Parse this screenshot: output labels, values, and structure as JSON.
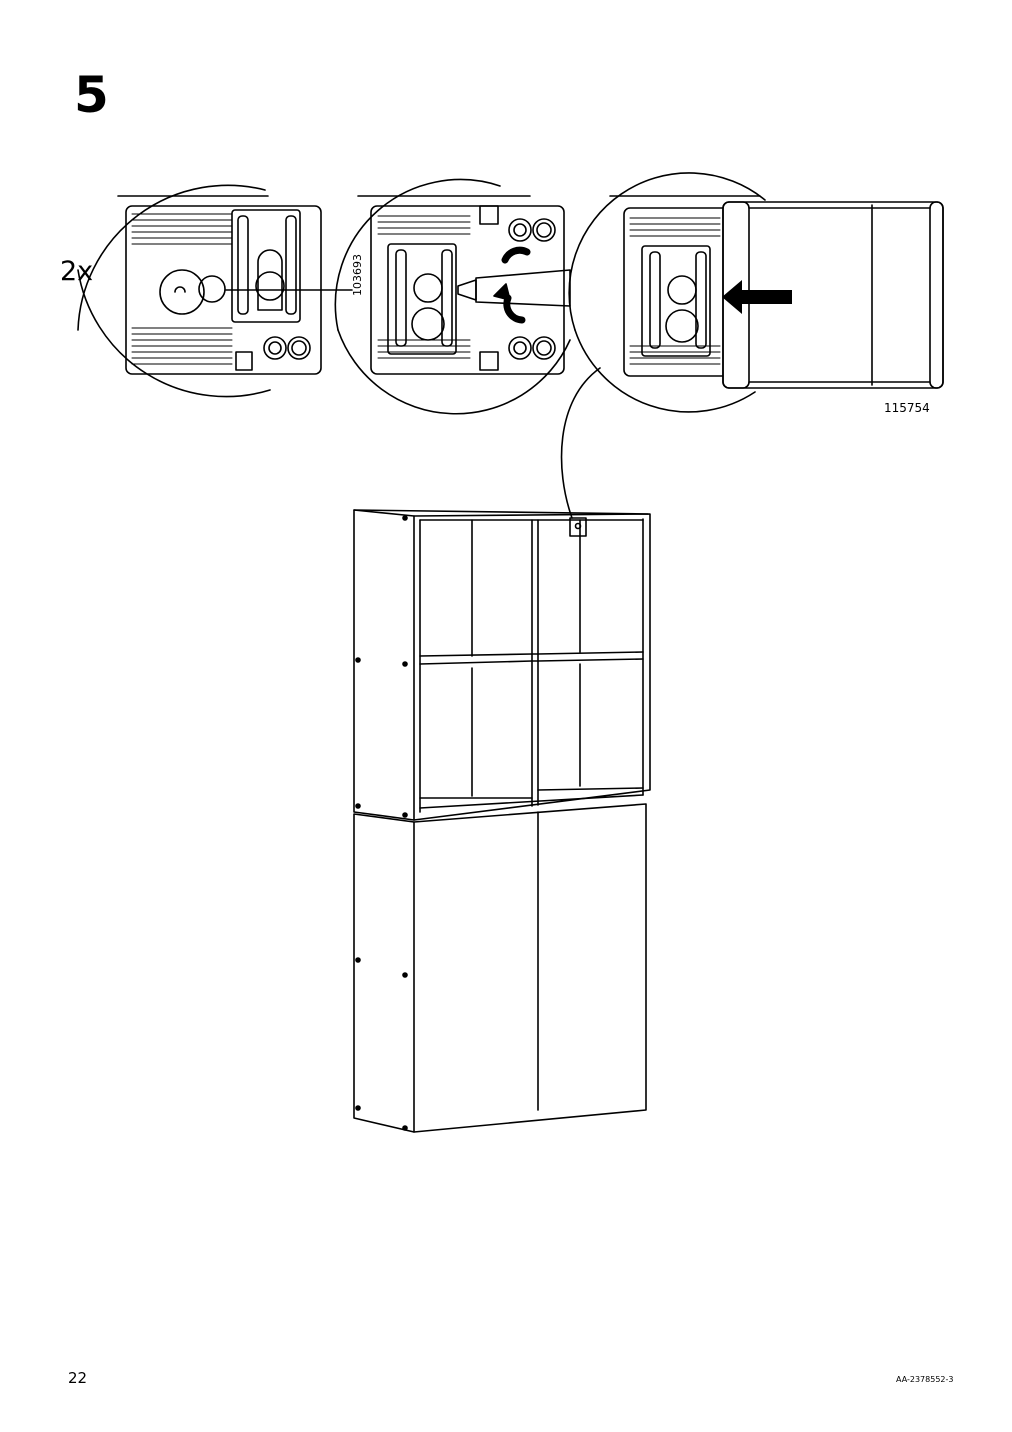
{
  "step": {
    "number": "5"
  },
  "detail": {
    "quantity": "2x",
    "part_number_rotated": "103693",
    "part_number": "115754"
  },
  "footer": {
    "page_number": "22",
    "document_code": "AA-2378552-3"
  }
}
